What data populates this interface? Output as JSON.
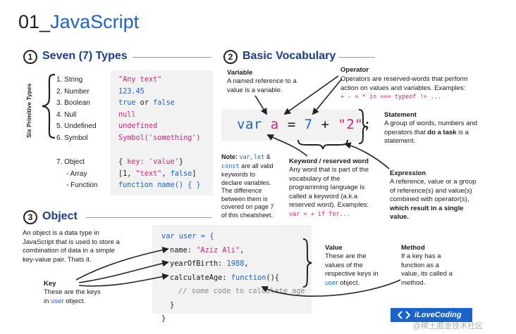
{
  "title": {
    "number": "01_",
    "name": "JavaScript"
  },
  "sections": {
    "types": {
      "number": "1",
      "title": "Seven (7) Types"
    },
    "vocab": {
      "number": "2",
      "title": "Basic Vocabulary"
    },
    "object": {
      "number": "3",
      "title": "Object"
    }
  },
  "types": {
    "side_label": "Six Primitive Types",
    "primitives": [
      {
        "label": "1.  String",
        "code": "\"Any text\""
      },
      {
        "label": "2.  Number",
        "code": "123.45"
      },
      {
        "label": "3.  Boolean",
        "code_a": "true",
        "code_or": " or ",
        "code_b": "false"
      },
      {
        "label": "4.  Null",
        "code": "null"
      },
      {
        "label": "5.  Undefined",
        "code": "undefined"
      },
      {
        "label": "6.  Symbol",
        "code": "Symbol('something')"
      }
    ],
    "object": {
      "label": "7.  Object",
      "code_open": "{ ",
      "code_key": "key: ",
      "code_val": "'value'",
      "code_close": "}"
    },
    "array": {
      "label": "- Array",
      "code_open": "[1, ",
      "code_str": "\"text\"",
      "code_sep": ", ",
      "code_bool": "false",
      "code_close": "]"
    },
    "function": {
      "label": "- Function",
      "code": "function name() { }"
    }
  },
  "vocab": {
    "variable": {
      "heading": "Variable",
      "text": "A named reference to a value is a variable."
    },
    "operator": {
      "heading": "Operator",
      "text": "Operators are reserved-words that perform action on values and variables.",
      "examples_label": "Examples: ",
      "examples": "+ - = * in === typeof != ..."
    },
    "statement": {
      "heading": "Statement",
      "text_a": "A group of words, numbers and operators that ",
      "text_b": "do a task",
      "text_c": " is a statement."
    },
    "code": {
      "kw": "var",
      "name": "a",
      "eq": "=",
      "num": "7",
      "plus": "+",
      "str": "\"2\"",
      "semi": ";"
    },
    "note": {
      "prefix": "Note: ",
      "kw1": "var",
      "sep1": ", ",
      "kw2": "let",
      "sep2": " & ",
      "kw3": "const",
      "rest": " are all valid keywords to declare variables. The difference between them is covered on page 7 of this cheatsheet."
    },
    "keyword": {
      "heading": "Keyword / reserved word",
      "text": "Any word that is part of the vocabulary of the programming language is called a keyword (a.k.a reserved word).",
      "examples_label": "Examples: ",
      "examples": "var = + if for..."
    },
    "expression": {
      "heading": "Expression",
      "text_a": "A reference, value or a group of reference(s) and value(s) combined with operator(s), ",
      "text_b": "which result in a single value."
    }
  },
  "object": {
    "intro": "An object is a data type in JavaScript that is used to store a combination of data in a simple key-value pair. Thats it.",
    "code": {
      "l1_kw": "var",
      "l1_name": " user = {",
      "l2_key": "name: ",
      "l2_val": "\"Aziz Ali\"",
      "l2_end": ",",
      "l3_key": "yearOfBirth: ",
      "l3_val": "1988",
      "l3_end": ",",
      "l4_key": "calculateAge: ",
      "l4_fn": "function",
      "l4_end": "(){",
      "l5": "// some code to calculate age",
      "l6": "}",
      "l7": "}"
    },
    "key": {
      "heading": "Key",
      "text_a": "These are the keys in ",
      "text_user": "user",
      "text_b": " object."
    },
    "value": {
      "heading": "Value",
      "text_a": "These are the values of the respective keys in ",
      "text_user": "user",
      "text_b": " object."
    },
    "method": {
      "heading": "Method",
      "text": "If a key has a function as a value, its called a method."
    }
  },
  "brand": {
    "label": "iLoveCoding"
  },
  "watermark": "@稀土掘金技术社区",
  "colors": {
    "blue": "#1a63c9",
    "pink": "#d6247a",
    "navy": "#1a3d8c",
    "code_bg": "#f2f2f2"
  }
}
